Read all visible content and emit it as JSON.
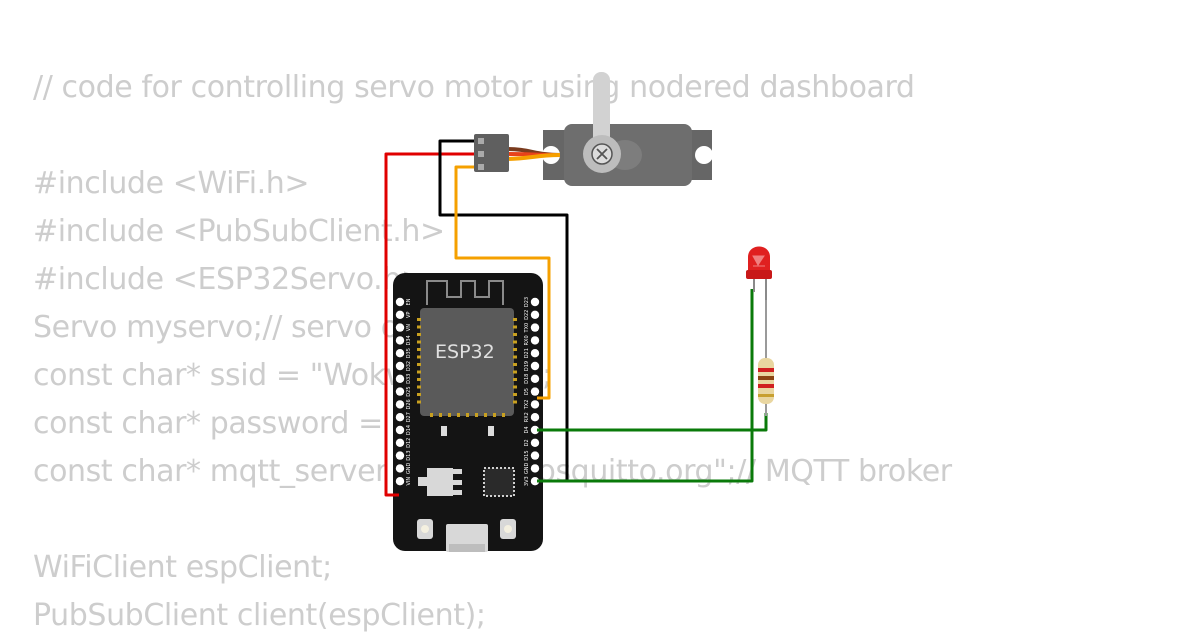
{
  "code_lines": [
    "// code for controlling servo motor using nodered dashboard",
    "#include <WiFi.h>",
    "#include <PubSubClient.h>",
    "#include <ESP32Servo.h>",
    "Servo myservo;// servo object",
    "const char* ssid = \"Wokwi-GUEST\";",
    "const char* password = \"\";",
    "const char* mqtt_server = \"test.mosquitto.org\";// MQTT broker",
    "WiFiClient espClient;",
    "PubSubClient client(espClient);"
  ],
  "board": {
    "chip_label": "ESP32",
    "left_pins": [
      "EN",
      "VP",
      "VN",
      "D34",
      "D35",
      "D32",
      "D33",
      "D25",
      "D26",
      "D27",
      "D14",
      "D12",
      "D13",
      "GND",
      "VIN"
    ],
    "right_pins": [
      "D23",
      "D22",
      "TX0",
      "RX0",
      "D21",
      "D19",
      "D18",
      "D5",
      "TX2",
      "RX2",
      "D4",
      "D2",
      "D15",
      "GND",
      "3V3"
    ]
  },
  "colors": {
    "wire_red": "#e00000",
    "wire_black": "#000000",
    "wire_orange": "#f5a000",
    "wire_green": "#0a7a0a",
    "board": "#141414",
    "servo_body": "#666666",
    "led": "#e02020"
  }
}
